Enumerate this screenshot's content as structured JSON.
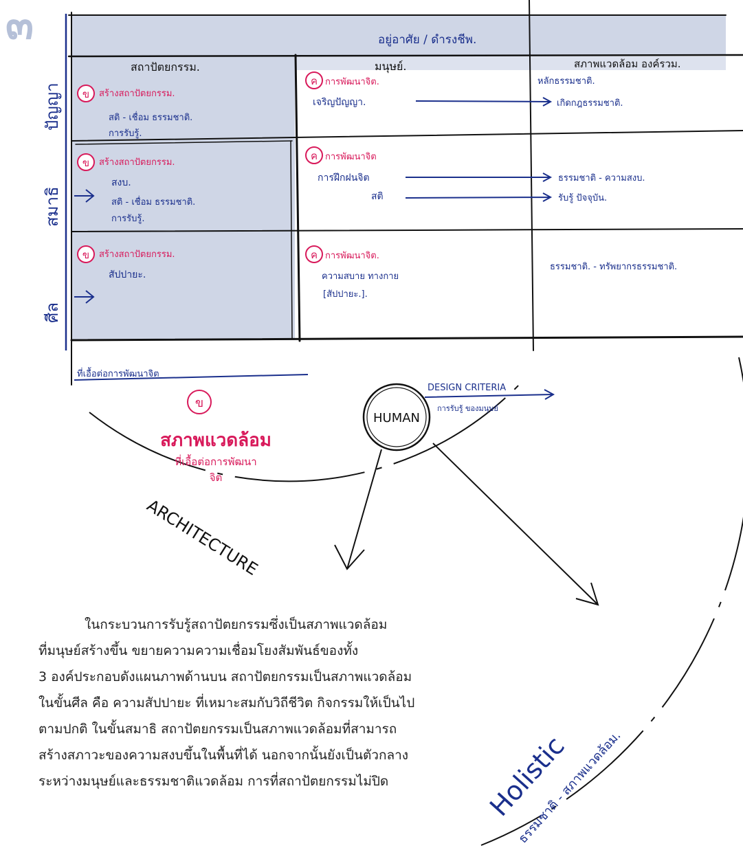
{
  "page_number": "๓",
  "table": {
    "header_top": "อยู่อาศัย / ดำรงชีพ.",
    "columns": [
      "สถาปัตยกรรม.",
      "มนุษย์.",
      "สภาพแวดล้อม องค์รวม."
    ],
    "row_labels": [
      "ปัญญา",
      "สมาธิ",
      "ศีล"
    ],
    "cells": {
      "r1_c1": [
        "สร้างสถาปัตยกรรม.",
        "สติ - เชื่อม ธรรมชาติ.",
        "การรับรู้."
      ],
      "r1_c2": [
        "การพัฒนาจิต.",
        "เจริญปัญญา."
      ],
      "r1_c3": [
        "หลักธรรมชาติ.",
        "เกิดกฎธรรมชาติ."
      ],
      "r2_c1": [
        "สร้างสถาปัตยกรรม.",
        "สงบ.",
        "สติ - เชื่อม ธรรมชาติ.",
        "การรับรู้."
      ],
      "r2_c2": [
        "การพัฒนาจิต",
        "การฝึกฝนจิต",
        "สติ"
      ],
      "r2_c3": [
        "ธรรมชาติ - ความสงบ.",
        "รับรู้ ปัจจุบัน."
      ],
      "r3_c1": [
        "สร้างสถาปัตยกรรม.",
        "สัปปายะ."
      ],
      "r3_c2": [
        "การพัฒนาจิต.",
        "ความสบาย ทางกาย",
        "[สัปปายะ.]."
      ],
      "r3_c3": [
        "ธรรมชาติ. - ทรัพยากรธรรมชาติ."
      ]
    },
    "badge_kho": "ข",
    "badge_kha": "ค",
    "bottom_note": "ที่เอื้อต่อการพัฒนาจิต"
  },
  "diagram": {
    "badge": "ข",
    "env_title": "สภาพแวดล้อม",
    "env_sub1": "ที่เอื้อต่อการพัฒนา",
    "env_sub2": "จิต",
    "human": "HUMAN",
    "design_criteria": "DESIGN CRITERIA",
    "design_sub": "การรับรู้ ของมนุษย์",
    "architecture": "ARCHITECTURE",
    "holistic": "Holistic",
    "holistic_sub": "ธรรมชาติ - สภาพแวดล้อม."
  },
  "body_text": [
    "ในกระบวนการรับรู้สถาปัตยกรรมซึ่งเป็นสภาพแวดล้อม",
    "ที่มนุษย์สร้างขึ้น ขยายความความเชื่อมโยงสัมพันธ์ของทั้ง",
    "3 องค์ประกอบดังแผนภาพด้านบน สถาปัตยกรรมเป็นสภาพแวดล้อม",
    "ในขั้นศีล คือ ความสัปปายะ ที่เหมาะสมกับวิถีชีวิต กิจกรรมให้เป็นไป",
    "ตามปกติ ในขั้นสมาธิ สถาปัตยกรรมเป็นสภาพแวดล้อมที่สามารถ",
    "สร้างสภาวะของความสงบขึ้นในพื้นที่ได้ นอกจากนั้นยังเป็นตัวกลาง",
    "ระหว่างมนุษย์และธรรมชาติแวดล้อม การที่สถาปัตยกรรมไม่ปิด"
  ],
  "colors": {
    "ink_blue": "#1a2f8c",
    "ink_red": "#d8195a",
    "shade": "#cfd6e6",
    "ink_black": "#111111"
  }
}
